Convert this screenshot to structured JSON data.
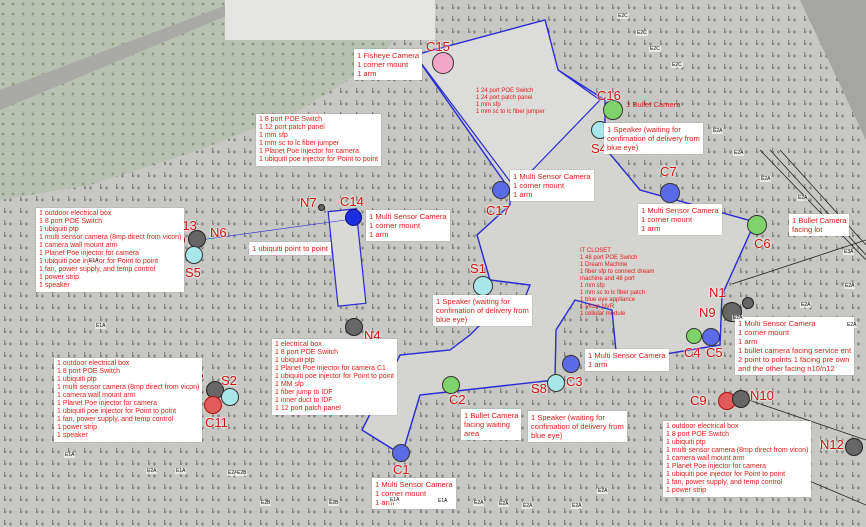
{
  "nodes": [
    {
      "id": "C15",
      "label": "C15",
      "color": "pink"
    },
    {
      "id": "C16",
      "label": "C16",
      "color": "green"
    },
    {
      "id": "S4",
      "label": "S4",
      "color": "cyan"
    },
    {
      "id": "C17",
      "label": "C17",
      "color": "blue"
    },
    {
      "id": "C7",
      "label": "C7",
      "color": "blue"
    },
    {
      "id": "C6",
      "label": "C6",
      "color": "green"
    },
    {
      "id": "C14",
      "label": "C14",
      "color": "dblue"
    },
    {
      "id": "N7",
      "label": "N7",
      "color": "gray"
    },
    {
      "id": "C13",
      "label": "C13",
      "color": "red"
    },
    {
      "id": "N6",
      "label": "N6",
      "color": "gray"
    },
    {
      "id": "S5",
      "label": "S5",
      "color": "cyan"
    },
    {
      "id": "S1",
      "label": "S1",
      "color": "cyan"
    },
    {
      "id": "N1",
      "label": "N1",
      "color": "gray"
    },
    {
      "id": "N9",
      "label": "N9",
      "color": "gray"
    },
    {
      "id": "C4",
      "label": "C4",
      "color": "green"
    },
    {
      "id": "C5",
      "label": "C5",
      "color": "blue"
    },
    {
      "id": "N4",
      "label": "N4",
      "color": "gray"
    },
    {
      "id": "N5",
      "label": "N5",
      "color": "gray"
    },
    {
      "id": "S2",
      "label": "S2",
      "color": "cyan"
    },
    {
      "id": "C11",
      "label": "C11",
      "color": "red"
    },
    {
      "id": "C2",
      "label": "C2",
      "color": "green"
    },
    {
      "id": "S8",
      "label": "S8",
      "color": "cyan"
    },
    {
      "id": "C3",
      "label": "C3",
      "color": "blue"
    },
    {
      "id": "C9",
      "label": "C9",
      "color": "red"
    },
    {
      "id": "N10",
      "label": "N10",
      "color": "gray"
    },
    {
      "id": "N12",
      "label": "N12",
      "color": "gray"
    },
    {
      "id": "C1",
      "label": "C1",
      "color": "blue"
    }
  ],
  "callouts": {
    "c15": [
      "1 Fisheye Camera",
      "1 corner mount",
      "1 arm"
    ],
    "rack_top": [
      "1 24 port POE Switch",
      "1 24 port patch panel",
      "1 mm sfp",
      "1 mm sc to lc fiber jumper"
    ],
    "c16": [
      "1 Bullet Camera"
    ],
    "s4": [
      "1 Speaker (waiting for",
      "confimation of delivery from",
      "blue eye)"
    ],
    "n7_box": [
      "1 8 port POE Switch",
      "1 12 port patch panel",
      "1 mm sfp",
      "1 mm sc to lc fiber jumper",
      "1 Planet Poe injector for camera",
      "1 ubiquiti poe injector for Point to point"
    ],
    "c17": [
      "1 Multi Sensor Camera",
      "1 corner mount",
      "1 arm"
    ],
    "c7": [
      "1 Multi Sensor Camera",
      "1 corner mount",
      "1 arm"
    ],
    "c6": [
      "1 Bullet Camera",
      "facing lot"
    ],
    "c14": [
      "1 Multi Sensor Camera",
      "1 corner mount",
      "1 arm"
    ],
    "ptp": [
      "1 ubiquiti point to point"
    ],
    "n6_box": [
      "1 outdoor electrical box",
      "1 8 port POE Switch",
      "1 ubiquiti ptp",
      "1 multi sensor camera (8mp direct from vicon)",
      "1 camera wall mount arm",
      "1 Planet Poe injector for camera",
      "1 ubiquiti poe injector for Point to point",
      "1 fan, power supply, and temp control",
      "1 power strip",
      "1 speaker"
    ],
    "closet": [
      "IT CLOSET",
      "1 48 port POE Switch",
      "1 Dream Machine",
      "1 fiber sfp to connect dream",
      "machine and 48 port",
      "1 mm sfp",
      "1 mm sc to lc fiber patch",
      "1 blue eye appliance",
      "1 Vicon NVR",
      "1 cellular module"
    ],
    "s1": [
      "1 Speaker (waiting for",
      "confimation of delivery from",
      "blue eye)"
    ],
    "c5": [
      "1 Multi Sensor Camera",
      "1 corner mount",
      "1 arm",
      "1 bullet camera facing service ent",
      "2 point to points 1 facing pre own",
      "and the other facing n10/n12"
    ],
    "n4_box": [
      "1 electrical box",
      "1 8 port POE Switch",
      "1 ubiquiti ptp",
      "1 Planet Poe injector for camera C1",
      "1 ubiquiti poe injector for Point to point",
      "1 MM sfp",
      "1 fiber jump to IDF",
      "1 inner duct to IDF",
      "1 12 port patch panel"
    ],
    "c3": [
      "1 Multi Sensor Camera",
      "1 arm"
    ],
    "n5_box": [
      "1 outdoor electrical box",
      "1 8 port POE Switch",
      "1 ubiquiti ptp",
      "1 multi sensor camera (8mp direct from vicon)",
      "1 camera wall mount arm",
      "1 Planet Poe injector for camera",
      "1 ubiquiti poe injector for Point to point",
      "1 fan, power supply, and temp control",
      "1 power strip",
      "1 speaker"
    ],
    "c2": [
      "1 Bullet Camera",
      "facing waiting",
      "area"
    ],
    "s8": [
      "1 Speaker (waiting for",
      "confimation of delivery from",
      "blue eye)"
    ],
    "n10_box": [
      "1 outdoor electrical box",
      "1 8 port POE Switch",
      "1 ubiquiti ptp",
      "1 multi sensor camera (8mp direct from vicon)",
      "1 camera wall mount arm",
      "1 Planet Poe injector for camera",
      "1 ubiquiti poe injector for Point to point",
      "1 fan, power supply, and temp control",
      "1 power strip"
    ],
    "c1": [
      "1 Multi Sensor Camera",
      "1 corner mount",
      "1 arm"
    ]
  },
  "equipment_tags": [
    "E2C",
    "E2C",
    "E2C",
    "E2C",
    "E2A",
    "E2A",
    "E2A",
    "E2A",
    "E2A",
    "E2A",
    "E2A",
    "E2A",
    "E3A",
    "E1A",
    "E1A",
    "E1A",
    "E2A",
    "E1A",
    "E2A",
    "E2B",
    "E2B",
    "E2B",
    "E1A",
    "E1A",
    "E2A",
    "E2A",
    "E2A",
    "E2A",
    "E2A"
  ],
  "colors": {
    "annotation_red": "#e0201b",
    "route_blue": "#2a2ad6",
    "roof": "#d7d7d4",
    "lot": "#bdbdba"
  }
}
